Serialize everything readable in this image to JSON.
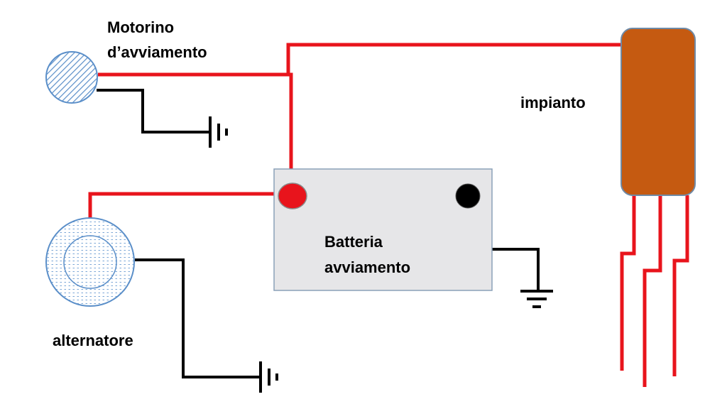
{
  "labels": {
    "starter_line1": "Motorino",
    "starter_line2": "d’avviamento",
    "system": "impianto",
    "battery_line1": "Batteria",
    "battery_line2": "avviamento",
    "alternator": "alternatore"
  },
  "colors": {
    "positive_wire": "#e8141c",
    "ground_wire": "#000000",
    "battery_body": "#e6e6e8",
    "battery_border": "#8aa0b8",
    "system_block": "#c55a11",
    "positive_terminal": "#e8141c",
    "negative_terminal": "#000000",
    "component_hatch": "#5b8fc9"
  }
}
